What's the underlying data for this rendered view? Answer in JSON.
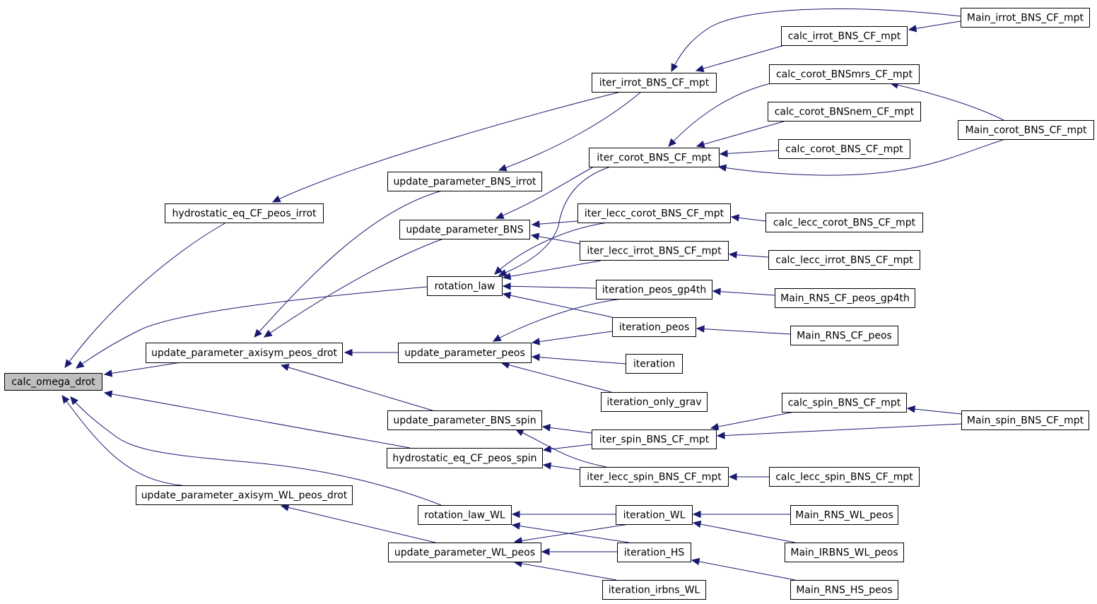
{
  "colors": {
    "edge": "#191970",
    "root_fill": "#bfbfbf",
    "node_fill": "#ffffff",
    "node_border": "#000000"
  },
  "nodes": [
    {
      "id": "calc_omega_drot",
      "label": "calc_omega_drot",
      "root": true
    },
    {
      "id": "hydrostatic_eq_CF_peos_irrot",
      "label": "hydrostatic_eq_CF_peos_irrot"
    },
    {
      "id": "update_parameter_axisym_peos_drot",
      "label": "update_parameter_axisym_peos_drot"
    },
    {
      "id": "update_parameter_axisym_WL_peos_drot",
      "label": "update_parameter_axisym_WL_peos_drot"
    },
    {
      "id": "iter_irrot_BNS_CF_mpt",
      "label": "iter_irrot_BNS_CF_mpt"
    },
    {
      "id": "update_parameter_BNS_irrot",
      "label": "update_parameter_BNS_irrot"
    },
    {
      "id": "update_parameter_BNS",
      "label": "update_parameter_BNS"
    },
    {
      "id": "rotation_law",
      "label": "rotation_law"
    },
    {
      "id": "update_parameter_peos",
      "label": "update_parameter_peos"
    },
    {
      "id": "update_parameter_BNS_spin",
      "label": "update_parameter_BNS_spin"
    },
    {
      "id": "hydrostatic_eq_CF_peos_spin",
      "label": "hydrostatic_eq_CF_peos_spin"
    },
    {
      "id": "rotation_law_WL",
      "label": "rotation_law_WL"
    },
    {
      "id": "update_parameter_WL_peos",
      "label": "update_parameter_WL_peos"
    },
    {
      "id": "iter_corot_BNS_CF_mpt",
      "label": "iter_corot_BNS_CF_mpt"
    },
    {
      "id": "iter_lecc_corot_BNS_CF_mpt",
      "label": "iter_lecc_corot_BNS_CF_mpt"
    },
    {
      "id": "iter_lecc_irrot_BNS_CF_mpt",
      "label": "iter_lecc_irrot_BNS_CF_mpt"
    },
    {
      "id": "iteration_peos_gp4th",
      "label": "iteration_peos_gp4th"
    },
    {
      "id": "iteration_peos",
      "label": "iteration_peos"
    },
    {
      "id": "iteration",
      "label": "iteration"
    },
    {
      "id": "iteration_only_grav",
      "label": "iteration_only_grav"
    },
    {
      "id": "iter_spin_BNS_CF_mpt",
      "label": "iter_spin_BNS_CF_mpt"
    },
    {
      "id": "iter_lecc_spin_BNS_CF_mpt",
      "label": "iter_lecc_spin_BNS_CF_mpt"
    },
    {
      "id": "iteration_WL",
      "label": "iteration_WL"
    },
    {
      "id": "iteration_HS",
      "label": "iteration_HS"
    },
    {
      "id": "iteration_irbns_WL",
      "label": "iteration_irbns_WL"
    },
    {
      "id": "calc_irrot_BNS_CF_mpt",
      "label": "calc_irrot_BNS_CF_mpt"
    },
    {
      "id": "calc_corot_BNSmrs_CF_mpt",
      "label": "calc_corot_BNSmrs_CF_mpt"
    },
    {
      "id": "calc_corot_BNSnem_CF_mpt",
      "label": "calc_corot_BNSnem_CF_mpt"
    },
    {
      "id": "calc_corot_BNS_CF_mpt",
      "label": "calc_corot_BNS_CF_mpt"
    },
    {
      "id": "calc_lecc_corot_BNS_CF_mpt",
      "label": "calc_lecc_corot_BNS_CF_mpt"
    },
    {
      "id": "calc_lecc_irrot_BNS_CF_mpt",
      "label": "calc_lecc_irrot_BNS_CF_mpt"
    },
    {
      "id": "Main_RNS_CF_peos_gp4th",
      "label": "Main_RNS_CF_peos_gp4th"
    },
    {
      "id": "Main_RNS_CF_peos",
      "label": "Main_RNS_CF_peos"
    },
    {
      "id": "calc_spin_BNS_CF_mpt",
      "label": "calc_spin_BNS_CF_mpt"
    },
    {
      "id": "calc_lecc_spin_BNS_CF_mpt",
      "label": "calc_lecc_spin_BNS_CF_mpt"
    },
    {
      "id": "Main_RNS_WL_peos",
      "label": "Main_RNS_WL_peos"
    },
    {
      "id": "Main_IRBNS_WL_peos",
      "label": "Main_IRBNS_WL_peos"
    },
    {
      "id": "Main_RNS_HS_peos",
      "label": "Main_RNS_HS_peos"
    },
    {
      "id": "Main_irrot_BNS_CF_mpt",
      "label": "Main_irrot_BNS_CF_mpt"
    },
    {
      "id": "Main_corot_BNS_CF_mpt",
      "label": "Main_corot_BNS_CF_mpt"
    },
    {
      "id": "Main_spin_BNS_CF_mpt",
      "label": "Main_spin_BNS_CF_mpt"
    }
  ],
  "edges": [
    {
      "caller": "hydrostatic_eq_CF_peos_irrot",
      "callee": "calc_omega_drot"
    },
    {
      "caller": "rotation_law",
      "callee": "calc_omega_drot"
    },
    {
      "caller": "update_parameter_axisym_peos_drot",
      "callee": "calc_omega_drot"
    },
    {
      "caller": "hydrostatic_eq_CF_peos_spin",
      "callee": "calc_omega_drot"
    },
    {
      "caller": "rotation_law_WL",
      "callee": "calc_omega_drot"
    },
    {
      "caller": "update_parameter_axisym_WL_peos_drot",
      "callee": "calc_omega_drot"
    },
    {
      "caller": "iter_irrot_BNS_CF_mpt",
      "callee": "hydrostatic_eq_CF_peos_irrot"
    },
    {
      "caller": "update_parameter_BNS_irrot",
      "callee": "update_parameter_axisym_peos_drot"
    },
    {
      "caller": "update_parameter_BNS",
      "callee": "update_parameter_axisym_peos_drot"
    },
    {
      "caller": "update_parameter_peos",
      "callee": "update_parameter_axisym_peos_drot"
    },
    {
      "caller": "update_parameter_BNS_spin",
      "callee": "update_parameter_axisym_peos_drot"
    },
    {
      "caller": "update_parameter_WL_peos",
      "callee": "update_parameter_axisym_WL_peos_drot"
    },
    {
      "caller": "iter_irrot_BNS_CF_mpt",
      "callee": "update_parameter_BNS_irrot"
    },
    {
      "caller": "iter_corot_BNS_CF_mpt",
      "callee": "update_parameter_BNS"
    },
    {
      "caller": "iter_lecc_corot_BNS_CF_mpt",
      "callee": "update_parameter_BNS"
    },
    {
      "caller": "iter_lecc_irrot_BNS_CF_mpt",
      "callee": "update_parameter_BNS"
    },
    {
      "caller": "iter_corot_BNS_CF_mpt",
      "callee": "rotation_law"
    },
    {
      "caller": "iter_lecc_corot_BNS_CF_mpt",
      "callee": "rotation_law"
    },
    {
      "caller": "iter_lecc_irrot_BNS_CF_mpt",
      "callee": "rotation_law"
    },
    {
      "caller": "iteration_peos_gp4th",
      "callee": "rotation_law"
    },
    {
      "caller": "iteration_peos",
      "callee": "rotation_law"
    },
    {
      "caller": "iteration_peos_gp4th",
      "callee": "update_parameter_peos"
    },
    {
      "caller": "iteration_peos",
      "callee": "update_parameter_peos"
    },
    {
      "caller": "iteration",
      "callee": "update_parameter_peos"
    },
    {
      "caller": "iteration_only_grav",
      "callee": "update_parameter_peos"
    },
    {
      "caller": "iter_spin_BNS_CF_mpt",
      "callee": "update_parameter_BNS_spin"
    },
    {
      "caller": "iter_lecc_spin_BNS_CF_mpt",
      "callee": "update_parameter_BNS_spin"
    },
    {
      "caller": "iter_spin_BNS_CF_mpt",
      "callee": "hydrostatic_eq_CF_peos_spin"
    },
    {
      "caller": "iter_lecc_spin_BNS_CF_mpt",
      "callee": "hydrostatic_eq_CF_peos_spin"
    },
    {
      "caller": "iteration_WL",
      "callee": "rotation_law_WL"
    },
    {
      "caller": "iteration_HS",
      "callee": "rotation_law_WL"
    },
    {
      "caller": "iteration_WL",
      "callee": "update_parameter_WL_peos"
    },
    {
      "caller": "iteration_HS",
      "callee": "update_parameter_WL_peos"
    },
    {
      "caller": "iteration_irbns_WL",
      "callee": "update_parameter_WL_peos"
    },
    {
      "caller": "calc_irrot_BNS_CF_mpt",
      "callee": "iter_irrot_BNS_CF_mpt"
    },
    {
      "caller": "Main_irrot_BNS_CF_mpt",
      "callee": "iter_irrot_BNS_CF_mpt"
    },
    {
      "caller": "Main_irrot_BNS_CF_mpt",
      "callee": "calc_irrot_BNS_CF_mpt"
    },
    {
      "caller": "calc_corot_BNSmrs_CF_mpt",
      "callee": "iter_corot_BNS_CF_mpt"
    },
    {
      "caller": "calc_corot_BNSnem_CF_mpt",
      "callee": "iter_corot_BNS_CF_mpt"
    },
    {
      "caller": "calc_corot_BNS_CF_mpt",
      "callee": "iter_corot_BNS_CF_mpt"
    },
    {
      "caller": "Main_corot_BNS_CF_mpt",
      "callee": "iter_corot_BNS_CF_mpt"
    },
    {
      "caller": "Main_corot_BNS_CF_mpt",
      "callee": "calc_corot_BNSmrs_CF_mpt"
    },
    {
      "caller": "calc_lecc_corot_BNS_CF_mpt",
      "callee": "iter_lecc_corot_BNS_CF_mpt"
    },
    {
      "caller": "calc_lecc_irrot_BNS_CF_mpt",
      "callee": "iter_lecc_irrot_BNS_CF_mpt"
    },
    {
      "caller": "Main_RNS_CF_peos_gp4th",
      "callee": "iteration_peos_gp4th"
    },
    {
      "caller": "Main_RNS_CF_peos",
      "callee": "iteration_peos"
    },
    {
      "caller": "calc_spin_BNS_CF_mpt",
      "callee": "iter_spin_BNS_CF_mpt"
    },
    {
      "caller": "Main_spin_BNS_CF_mpt",
      "callee": "iter_spin_BNS_CF_mpt"
    },
    {
      "caller": "Main_spin_BNS_CF_mpt",
      "callee": "calc_spin_BNS_CF_mpt"
    },
    {
      "caller": "calc_lecc_spin_BNS_CF_mpt",
      "callee": "iter_lecc_spin_BNS_CF_mpt"
    },
    {
      "caller": "Main_RNS_WL_peos",
      "callee": "iteration_WL"
    },
    {
      "caller": "Main_IRBNS_WL_peos",
      "callee": "iteration_WL"
    },
    {
      "caller": "Main_RNS_HS_peos",
      "callee": "iteration_HS"
    }
  ]
}
